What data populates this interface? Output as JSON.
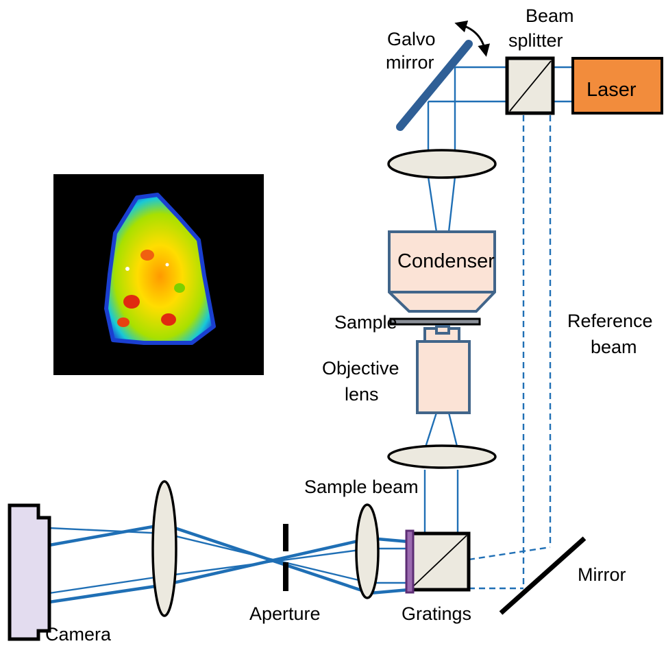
{
  "labels": {
    "beam_splitter_line1": "Beam",
    "beam_splitter_line2": "splitter",
    "galvo_line1": "Galvo",
    "galvo_line2": "mirror",
    "laser": "Laser",
    "condenser": "Condenser",
    "sample": "Sample",
    "objective_line1": "Objective",
    "objective_line2": "lens",
    "reference_line1": "Reference",
    "reference_line2": "beam",
    "sample_beam": "Sample beam",
    "mirror": "Mirror",
    "gratings": "Gratings",
    "aperture": "Aperture",
    "camera": "Camera"
  },
  "colors": {
    "beam": "#1f6fb5",
    "laser_fill": "#f28c3c",
    "optic_fill": "#fbe3d6",
    "optic_outline": "#41658a",
    "camera_fill": "#e3dcef",
    "lens_fill": "#ece9df",
    "galvo_mirror": "#2f5f96",
    "grating": "#7a3f8e"
  },
  "icons": {
    "scan_arrow": "curved-double-arrow-icon",
    "cell_image": "phase-image-thumbnail"
  }
}
